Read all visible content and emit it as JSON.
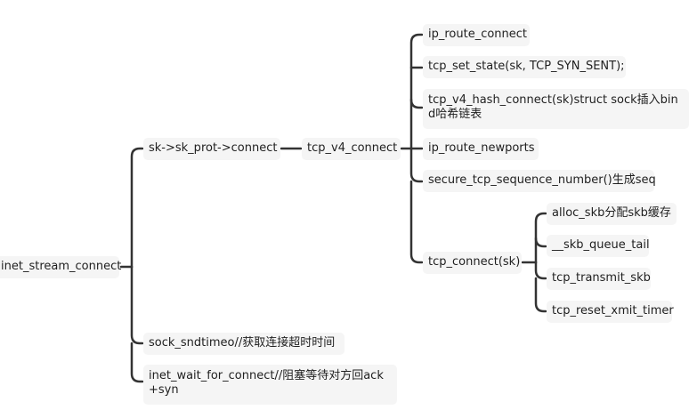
{
  "theme": {
    "line_color": "#333333",
    "node_fill": "#f5f5f5",
    "text_color": "#1f1f1f"
  },
  "mindmap": {
    "root": {
      "label": "inet_stream_connect"
    },
    "branches": {
      "sk_prot_connect": {
        "label": "sk->sk_prot->connect"
      },
      "sock_sndtimeo": {
        "label": "sock_sndtimeo//获取连接超时时间"
      },
      "inet_wait_for_connect": {
        "label": "inet_wait_for_connect//阻塞等待对方回ack+syn"
      }
    },
    "tcp_v4_connect": {
      "label": "tcp_v4_connect",
      "children": {
        "ip_route_connect": {
          "label": "ip_route_connect"
        },
        "tcp_set_state": {
          "label": "tcp_set_state(sk, TCP_SYN_SENT);"
        },
        "tcp_v4_hash_connect": {
          "label": "tcp_v4_hash_connect(sk)struct sock插入bind哈希链表"
        },
        "ip_route_newports": {
          "label": "ip_route_newports"
        },
        "secure_tcp_sequence_number": {
          "label": "secure_tcp_sequence_number()生成seq"
        },
        "tcp_connect": {
          "label": "tcp_connect(sk)"
        }
      }
    },
    "tcp_connect_children": {
      "alloc_skb": {
        "label": "alloc_skb分配skb缓存"
      },
      "skb_queue_tail": {
        "label": "__skb_queue_tail"
      },
      "tcp_transmit_skb": {
        "label": "tcp_transmit_skb"
      },
      "tcp_reset_xmit_timer": {
        "label": "tcp_reset_xmit_timer"
      }
    }
  }
}
